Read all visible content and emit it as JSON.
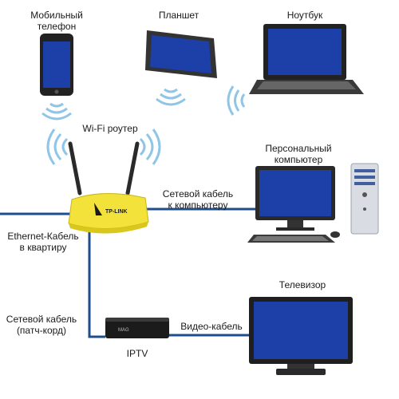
{
  "labels": {
    "mobile_line1": "Мобильный",
    "mobile_line2": "телефон",
    "tablet": "Планшет",
    "laptop": "Ноутбук",
    "router": "Wi-Fi роутер",
    "pc_line1": "Персональный",
    "pc_line2": "компьютер",
    "pc_cable_line1": "Сетевой кабель",
    "pc_cable_line2": "к компьютеру",
    "ethernet_line1": "Ethernet-Кабель",
    "ethernet_line2": "в квартиру",
    "tv": "Телевизор",
    "patch_line1": "Сетевой кабель",
    "patch_line2": "(патч-корд)",
    "video_cable": "Видео-кабель",
    "iptv": "IPTV",
    "router_brand": "TP-LINK",
    "iptv_brand": "MAG"
  },
  "colors": {
    "cable": "#1f4e8c",
    "screen": "#1c3fa8",
    "wifi": "#8fc6e8",
    "router_body": "#f3e23a",
    "device_dark": "#2a2a2a"
  }
}
